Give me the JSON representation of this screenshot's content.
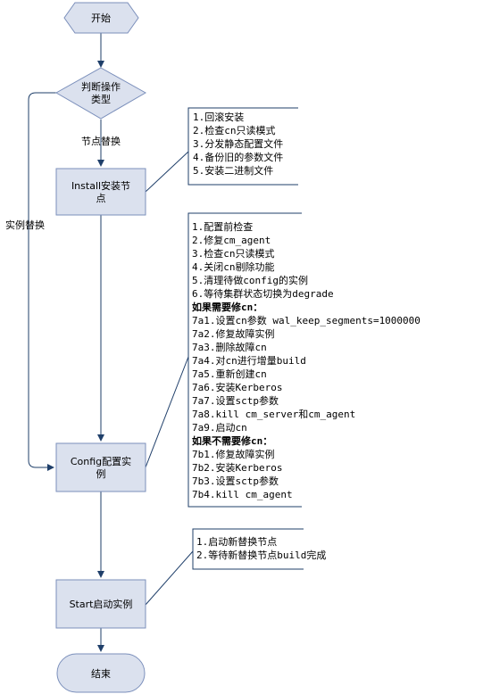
{
  "colors": {
    "node_fill": "#dbe1ee",
    "node_stroke": "#7b8fbb",
    "line": "#1f3f6a",
    "text": "#000000"
  },
  "nodes": {
    "start": {
      "shape": "hexagon",
      "label": "开始"
    },
    "decide": {
      "shape": "diamond",
      "label_line1": "判断操作",
      "label_line2": "类型"
    },
    "install": {
      "shape": "rect",
      "label_line1": "Install安装节",
      "label_line2": "点"
    },
    "config": {
      "shape": "rect",
      "label_line1": "Config配置实",
      "label_line2": "例"
    },
    "start_inst": {
      "shape": "rect",
      "label": "Start启动实例"
    },
    "end": {
      "shape": "terminator",
      "label": "结束"
    }
  },
  "edges": {
    "node_replace_label": "节点替换",
    "instance_replace_label": "实例替换"
  },
  "notes": {
    "install": {
      "lines": [
        {
          "text": "1.回滚安装",
          "bold": false
        },
        {
          "text": "2.检查cn只读模式",
          "bold": false
        },
        {
          "text": "3.分发静态配置文件",
          "bold": false
        },
        {
          "text": "4.备份旧的参数文件",
          "bold": false
        },
        {
          "text": "5.安装二进制文件",
          "bold": false
        }
      ]
    },
    "config": {
      "lines": [
        {
          "text": "1.配置前检查",
          "bold": false
        },
        {
          "text": "2.修复cm_agent",
          "bold": false
        },
        {
          "text": "3.检查cn只读模式",
          "bold": false
        },
        {
          "text": "4.关闭cn剔除功能",
          "bold": false
        },
        {
          "text": "5.清理待做config的实例",
          "bold": false
        },
        {
          "text": "6.等待集群状态切换为degrade",
          "bold": false
        },
        {
          "text": "如果需要修cn：",
          "bold": true
        },
        {
          "text": "7a1.设置cn参数 wal_keep_segments=1000000",
          "bold": false
        },
        {
          "text": "7a2.修复故障实例",
          "bold": false
        },
        {
          "text": "7a3.删除故障cn",
          "bold": false
        },
        {
          "text": "7a4.对cn进行增量build",
          "bold": false
        },
        {
          "text": "7a5.重新创建cn",
          "bold": false
        },
        {
          "text": "7a6.安装Kerberos",
          "bold": false
        },
        {
          "text": "7a7.设置sctp参数",
          "bold": false
        },
        {
          "text": "7a8.kill cm_server和cm_agent",
          "bold": false
        },
        {
          "text": "7a9.启动cn",
          "bold": false
        },
        {
          "text": "如果不需要修cn：",
          "bold": true
        },
        {
          "text": "7b1.修复故障实例",
          "bold": false
        },
        {
          "text": "7b2.安装Kerberos",
          "bold": false
        },
        {
          "text": "7b3.设置sctp参数",
          "bold": false
        },
        {
          "text": "7b4.kill cm_agent",
          "bold": false
        }
      ]
    },
    "start": {
      "lines": [
        {
          "text": "1.启动新替换节点",
          "bold": false
        },
        {
          "text": "2.等待新替换节点build完成",
          "bold": false
        }
      ]
    }
  }
}
